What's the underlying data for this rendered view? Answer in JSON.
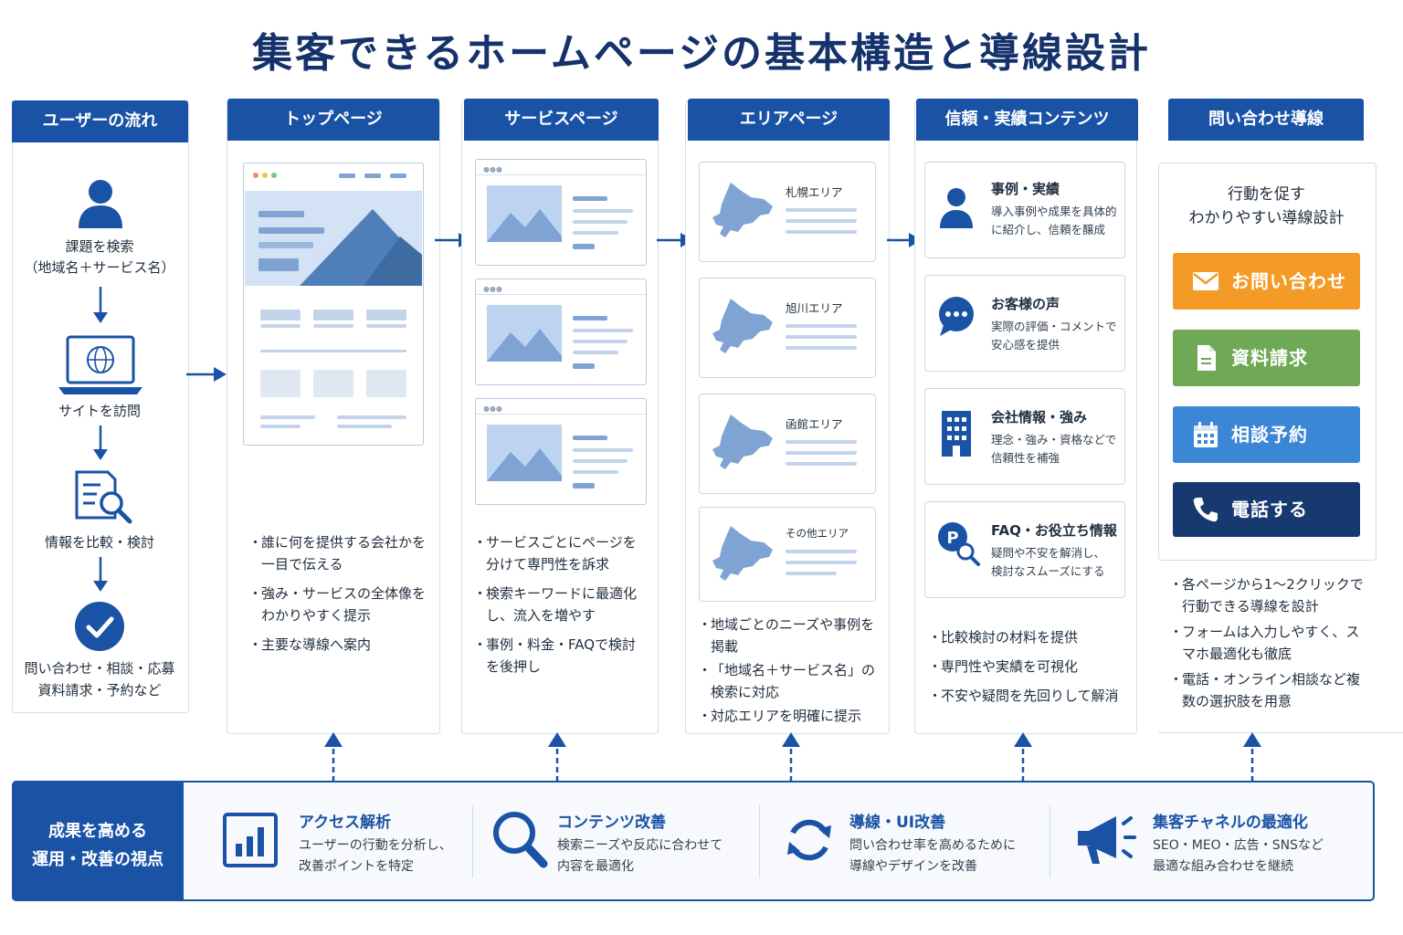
{
  "title": "集客できるホームページの基本構造と導線設計",
  "columns": {
    "user_flow": "ユーザーの流れ",
    "top_page": "トップページ",
    "service_page": "サービスページ",
    "area_page": "エリアページ",
    "trust": "信頼・実績コンテンツ",
    "contact": "問い合わせ導線"
  },
  "user_flow": {
    "steps": [
      "課題を検索",
      "（地域名＋サービス名）",
      "サイトを訪問",
      "情報を比較・検討",
      "問い合わせ・相談・応募",
      "資料請求・予約など"
    ]
  },
  "top_page": {
    "bullets": [
      "誰に何を提供する会社かを一目で伝える",
      "強み・サービスの全体像をわかりやすく提示",
      "主要な導線へ案内"
    ]
  },
  "service_page": {
    "bullets": [
      "サービスごとにページを分けて専門性を訴求",
      "検索キーワードに最適化し、流入を増やす",
      "事例・料金・FAQで検討を後押し"
    ]
  },
  "area_page": {
    "areas": [
      "札幌エリア",
      "旭川エリア",
      "函館エリア",
      "その他エリア"
    ],
    "bullets": [
      "地域ごとのニーズや事例を掲載",
      "「地域名＋サービス名」の検索に対応",
      "対応エリアを明確に提示"
    ]
  },
  "trust": {
    "cards": [
      {
        "title": "事例・実績",
        "desc1": "導入事例や成果を具体的",
        "desc2": "に紹介し、信頼を醸成",
        "icon": "person-icon"
      },
      {
        "title": "お客様の声",
        "desc1": "実際の評価・コメントで",
        "desc2": "安心感を提供",
        "icon": "chat-bubble-icon"
      },
      {
        "title": "会社情報・強み",
        "desc1": "理念・強み・資格などで",
        "desc2": "信頼性を補強",
        "icon": "building-icon"
      },
      {
        "title": "FAQ・お役立ち情報",
        "desc1": "疑問や不安を解消し、",
        "desc2": "検討なスムーズにする",
        "icon": "faq-search-icon"
      }
    ],
    "bullets": [
      "比較検討の材料を提供",
      "専門性や実績を可視化",
      "不安や疑問を先回りして解消"
    ]
  },
  "contact": {
    "heading1": "行動を促す",
    "heading2": "わかりやすい導線設計",
    "buttons": [
      {
        "label": "お問い合わせ",
        "color": "#f39b26",
        "icon": "mail-icon"
      },
      {
        "label": "資料請求",
        "color": "#6fa955",
        "icon": "document-icon"
      },
      {
        "label": "相談予約",
        "color": "#3b87d6",
        "icon": "calendar-icon"
      },
      {
        "label": "電話する",
        "color": "#163a70",
        "icon": "phone-icon"
      }
    ],
    "bullets": [
      "各ページから1〜2クリックで行動できる導線を設計",
      "フォームは入力しやすく、スマホ最適化も徹底",
      "電話・オンライン相談など複数の選択肢を用意"
    ]
  },
  "bottom": {
    "label1": "成果を高める",
    "label2": "運用・改善の視点",
    "items": [
      {
        "title": "アクセス解析",
        "desc1": "ユーザーの行動を分析し、",
        "desc2": "改善ポイントを特定",
        "icon": "bar-chart-icon"
      },
      {
        "title": "コンテンツ改善",
        "desc1": "検索ニーズや反応に合わせて",
        "desc2": "内容を最適化",
        "icon": "magnifier-icon"
      },
      {
        "title": "導線・UI改善",
        "desc1": "問い合わせ率を高めるために",
        "desc2": "導線やデザインを改善",
        "icon": "refresh-icon"
      },
      {
        "title": "集客チャネルの最適化",
        "desc1": "SEO・MEO・広告・SNSなど",
        "desc2": "最適な組み合わせを継続",
        "icon": "megaphone-icon"
      }
    ]
  },
  "colors": {
    "primary": "#1a53a6",
    "dark": "#15326b",
    "light": "#bcd4f0",
    "border": "#d4deeb"
  }
}
